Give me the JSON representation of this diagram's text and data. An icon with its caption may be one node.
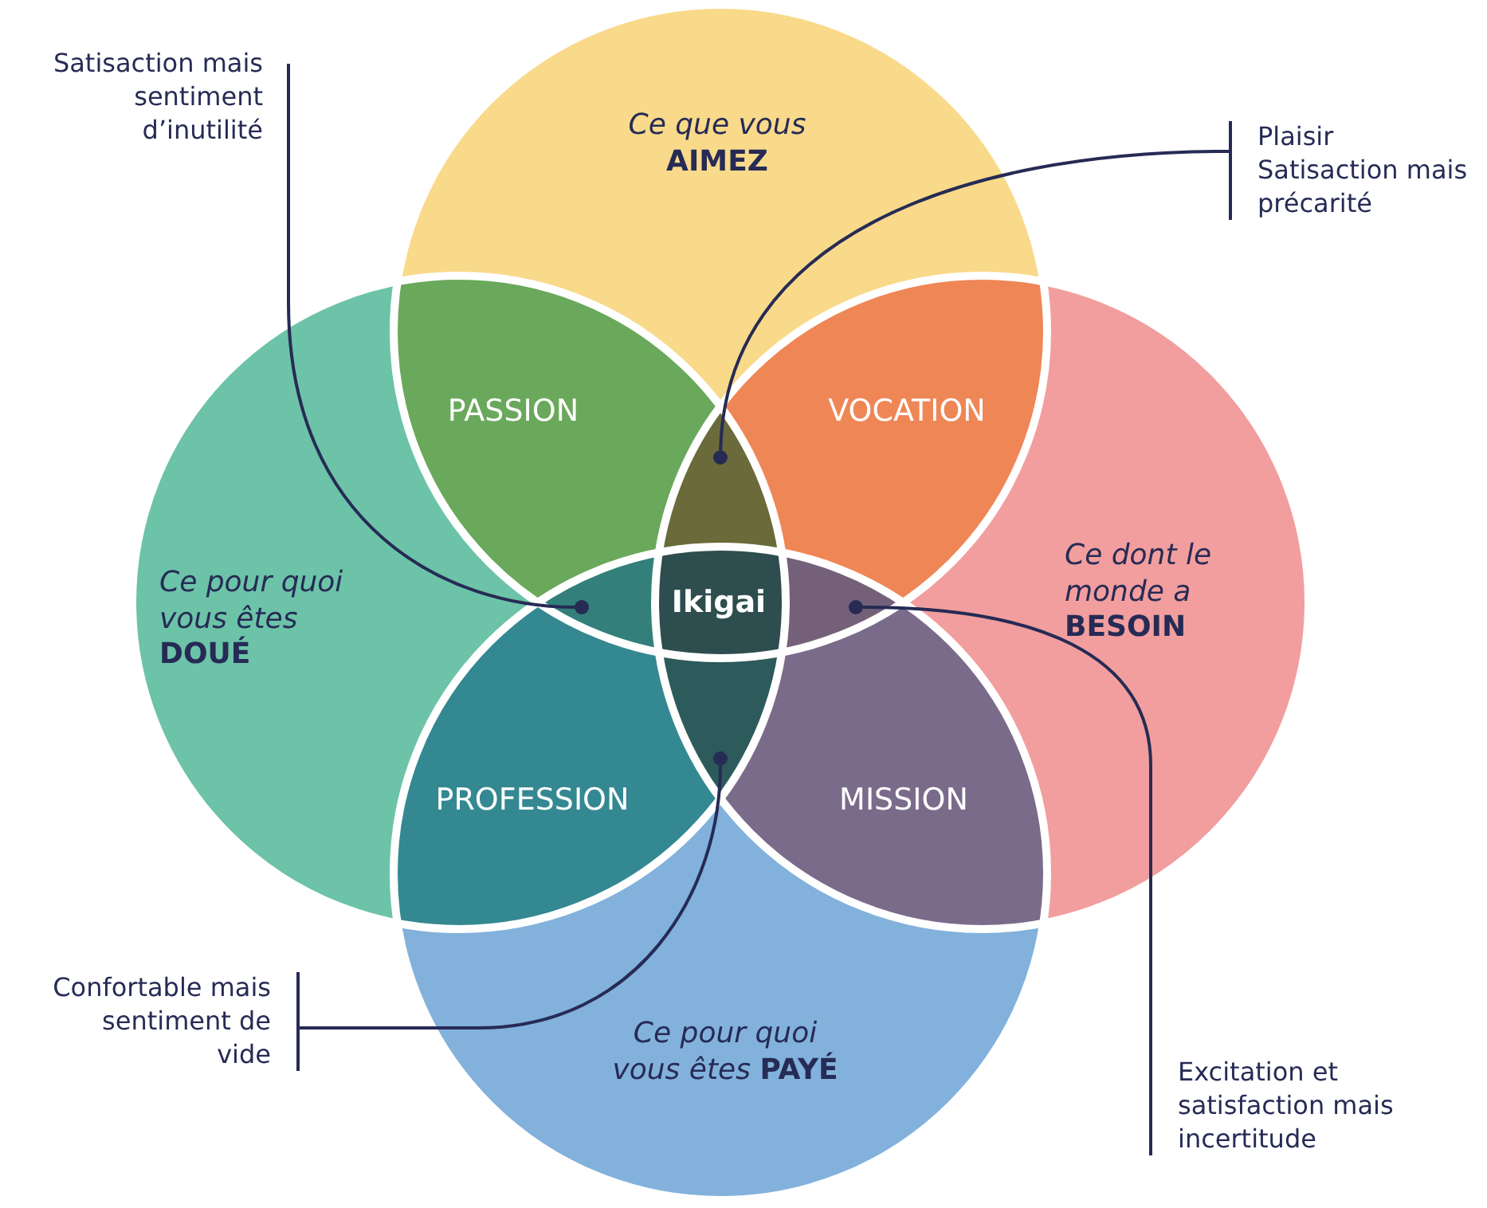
{
  "diagram": {
    "nodes": [
      {
        "text": [
          "*Ce que vous* **AIMEZ**"
        ]
      },
      {
        "text": [
          "*Ce pour quoi vous êtes* **DOUÉ**"
        ]
      },
      {
        "text": [
          "*Ce dont le monde a* **BESOIN**"
        ]
      },
      {
        "text": [
          "*Ce pour quoi vous êtes* **PAYÉ**"
        ]
      },
      {
        "text": [
          "PASSION"
        ]
      },
      {
        "text": [
          "VOCATION"
        ]
      },
      {
        "text": [
          "PROFESSION"
        ]
      },
      {
        "text": [
          "MISSION"
        ]
      },
      {
        "text": [
          "Ikigai"
        ]
      },
      {
        "text": [
          "Satisaction mais sentiment d’inutilité"
        ]
      },
      {
        "text": [
          "Plaisir Satisaction mais précarité"
        ]
      },
      {
        "text": [
          "Confortable mais sentiment de vide"
        ]
      },
      {
        "text": [
          "Excitation et satisfaction mais incertitude"
        ]
      },
      {
        "text": [],
        "shape": "circle"
      },
      {
        "text": [],
        "shape": "circle"
      },
      {
        "text": [],
        "shape": "circle"
      },
      {
        "text": [],
        "shape": "circle"
      }
    ],
    "edges": [
      {
        "from": 9,
        "to": 14,
        "arrow": "none"
      },
      {
        "from": 10,
        "to": 13,
        "arrow": "none"
      },
      {
        "from": 11,
        "to": 16,
        "arrow": "none"
      },
      {
        "from": 12,
        "to": 15,
        "arrow": "none"
      }
    ]
  }
}
